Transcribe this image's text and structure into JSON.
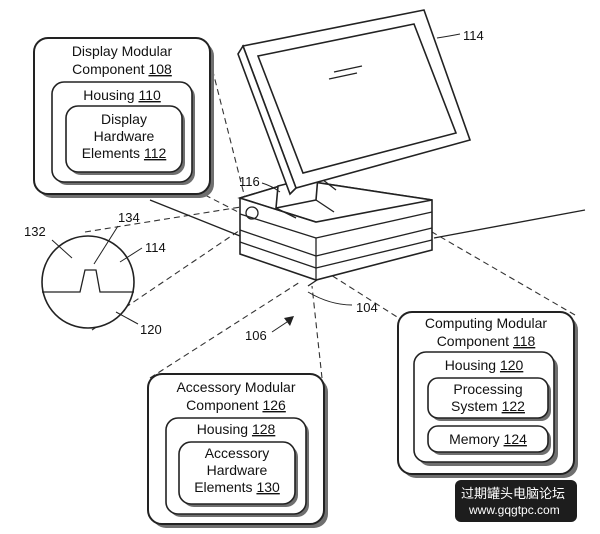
{
  "display_module": {
    "title_line1": "Display Modular",
    "title_line2_text": "Component ",
    "title_ref": "108",
    "housing_text": "Housing ",
    "housing_ref": "110",
    "elements_line1": "Display",
    "elements_line2": "Hardware",
    "elements_line3_text": "Elements ",
    "elements_ref": "112"
  },
  "computing_module": {
    "title_line1": "Computing Modular",
    "title_line2_text": "Component ",
    "title_ref": "118",
    "housing_text": "Housing ",
    "housing_ref": "120",
    "processing_line1": "Processing",
    "processing_line2_text": "System ",
    "processing_ref": "122",
    "memory_text": "Memory ",
    "memory_ref": "124"
  },
  "accessory_module": {
    "title_line1": "Accessory Modular",
    "title_line2_text": "Component ",
    "title_ref": "126",
    "housing_text": "Housing ",
    "housing_ref": "128",
    "elements_line1": "Accessory",
    "elements_line2": "Hardware",
    "elements_line3_text": "Elements ",
    "elements_ref": "130"
  },
  "reference_labels": {
    "monitor": "114",
    "stand": "116",
    "base": "104",
    "assembly": "106",
    "detail_132": "132",
    "detail_134": "134",
    "detail_114": "114",
    "detail_120": "120"
  },
  "watermark": {
    "site_name": "过期罐头电脑论坛",
    "url": "www.gqgtpc.com"
  }
}
